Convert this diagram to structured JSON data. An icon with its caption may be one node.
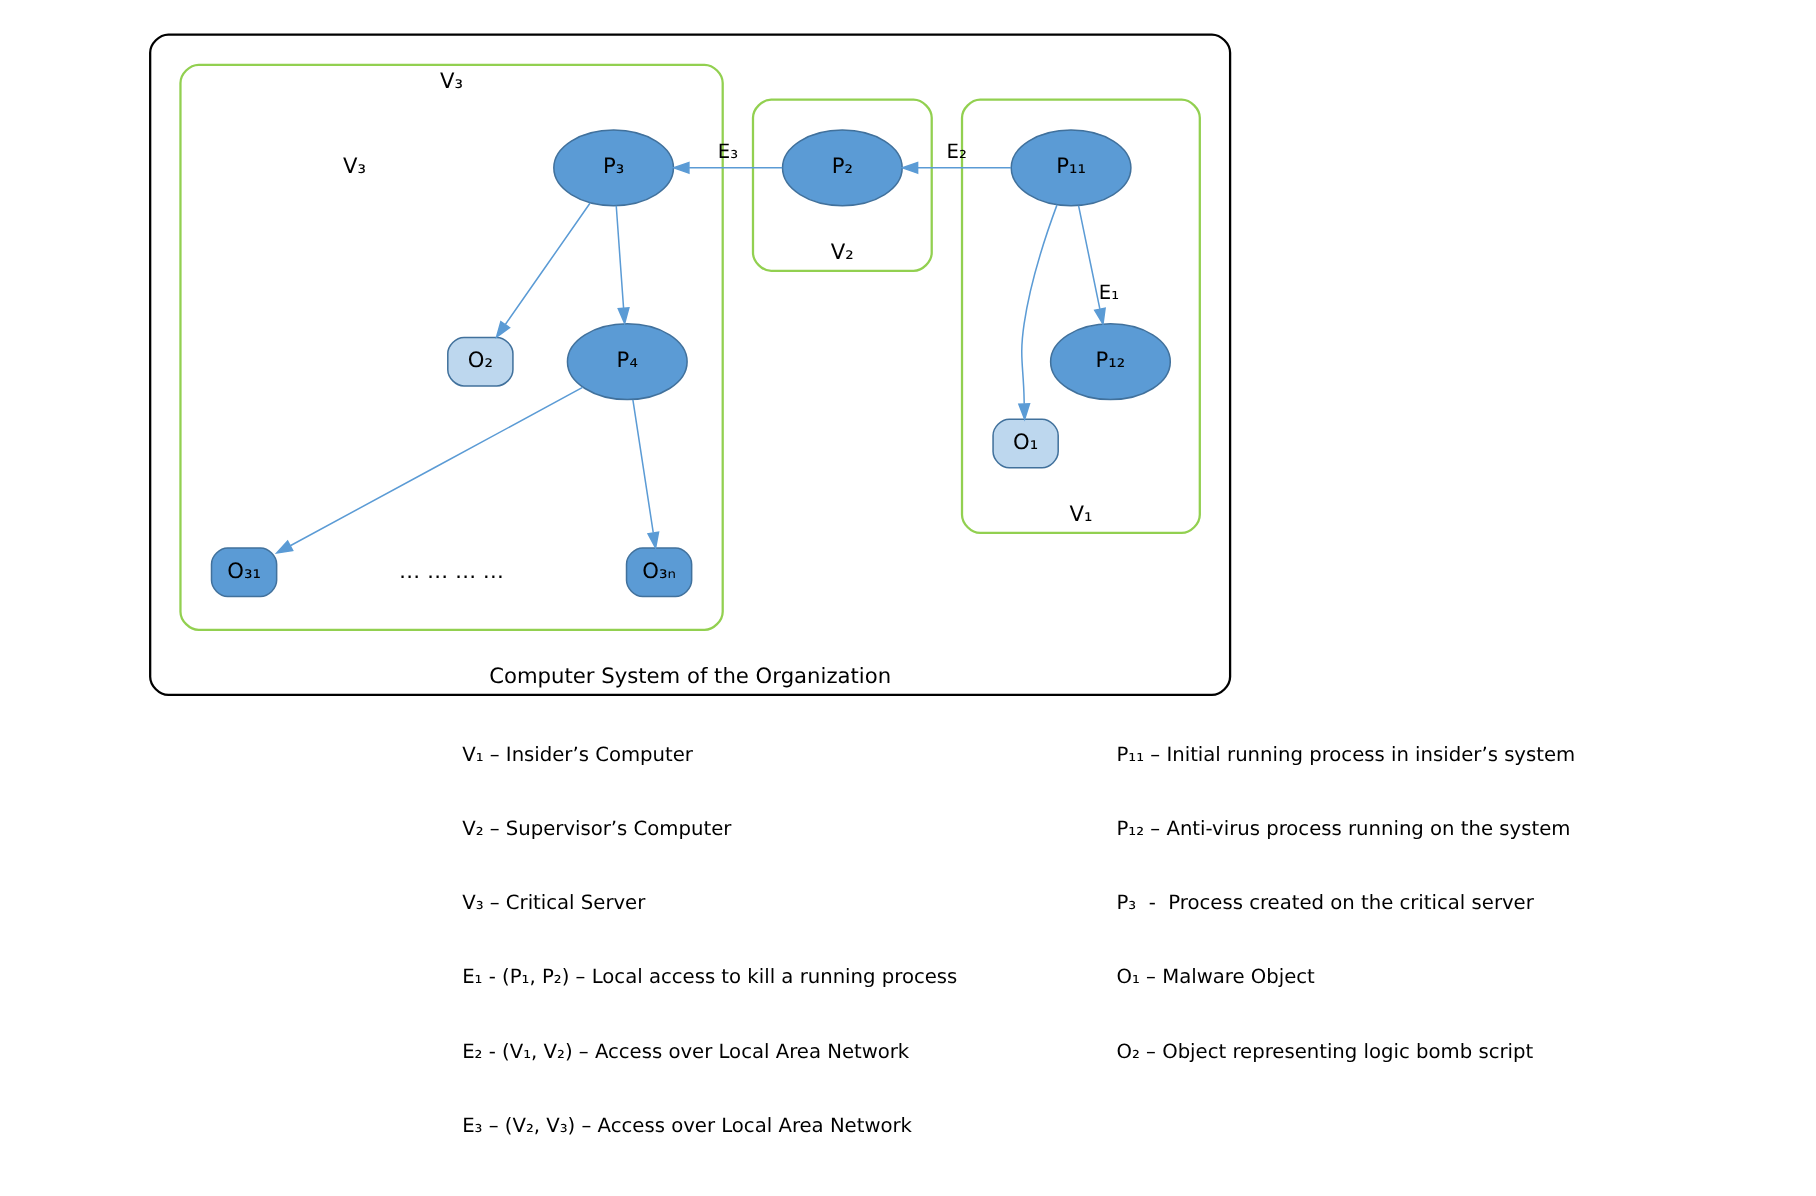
{
  "diagram": {
    "nodes": [
      {
        "text": [
          "Computer System of the Organization"
        ]
      },
      {
        "text": [
          "V₁"
        ],
        "in": 0
      },
      {
        "text": [
          "P₁₁"
        ],
        "in": 1
      },
      {
        "text": [
          "O₁"
        ],
        "in": 1
      },
      {
        "text": [
          "P₁₂"
        ],
        "in": 1
      },
      {
        "text": [
          "V₂"
        ],
        "in": 0
      },
      {
        "text": [
          "P₂"
        ],
        "in": 5
      },
      {
        "text": [
          "V₃"
        ],
        "in": 0
      },
      {
        "text": [
          "P₃"
        ],
        "in": 7
      },
      {
        "text": [
          "O₂"
        ],
        "in": 7
      },
      {
        "text": [
          "P₄"
        ],
        "in": 7
      },
      {
        "text": [
          "O₃₁"
        ],
        "in": 7
      },
      {
        "text": [
          "O₃ₙ"
        ],
        "in": 7
      }
    ],
    "edges": [
      {
        "from": 2,
        "to": 3,
        "arrow": "to"
      },
      {
        "from": 2,
        "to": 4,
        "arrow": "to",
        "label": "E₁"
      },
      {
        "from": 2,
        "to": 6,
        "arrow": "to",
        "label": "E₂"
      },
      {
        "from": 6,
        "to": 8,
        "arrow": "to",
        "label": "E₃"
      },
      {
        "from": 8,
        "to": 9,
        "arrow": "to"
      },
      {
        "from": 8,
        "to": 10,
        "arrow": "to"
      },
      {
        "from": 10,
        "to": 11,
        "arrow": "to"
      },
      {
        "from": 10,
        "to": 12,
        "arrow": "to"
      }
    ],
    "labels": [
      "V₃",
      "… … … …",
      "V₁ – Insider’s Computer",
      "V₂ – Supervisor’s Computer",
      "V₃ – Critical Server",
      "E₁ - (P₁, P₂) – Local access to kill a running process",
      "E₂ - (V₁, V₂) – Access over Local Area Network",
      "E₃ – (V₂, V₃) – Access over Local Area Network",
      "P₁₁ – Initial running process in insider’s system",
      "P₁₂ – Anti-virus process running on the system",
      "P₃  -  Process created on the critical server",
      "O₁ – Malware Object",
      "O₂ – Object representing logic bomb script"
    ]
  }
}
